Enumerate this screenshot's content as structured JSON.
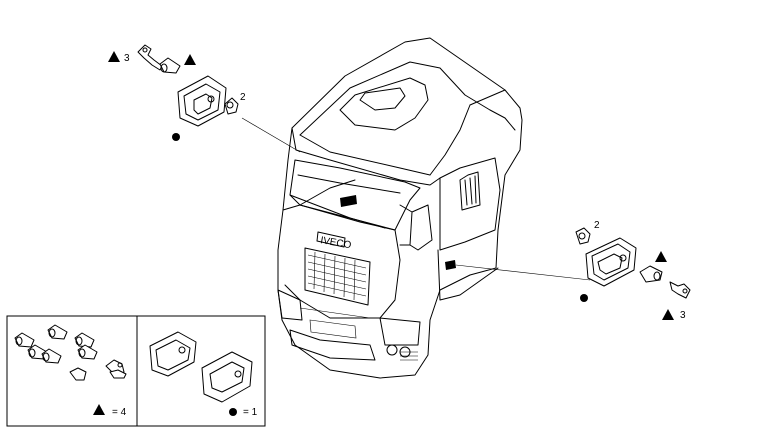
{
  "diagram": {
    "callouts": {
      "key_left": "3",
      "seal_left": "2",
      "seal_right": "2",
      "key_right": "3"
    },
    "brand_badge": "IVECO",
    "legend": {
      "keys_count_label": "= 4",
      "lock_count_label": "= 1"
    },
    "symbols": {
      "triangle": "triangle-marker-icon",
      "dot": "dot-marker-icon"
    }
  }
}
